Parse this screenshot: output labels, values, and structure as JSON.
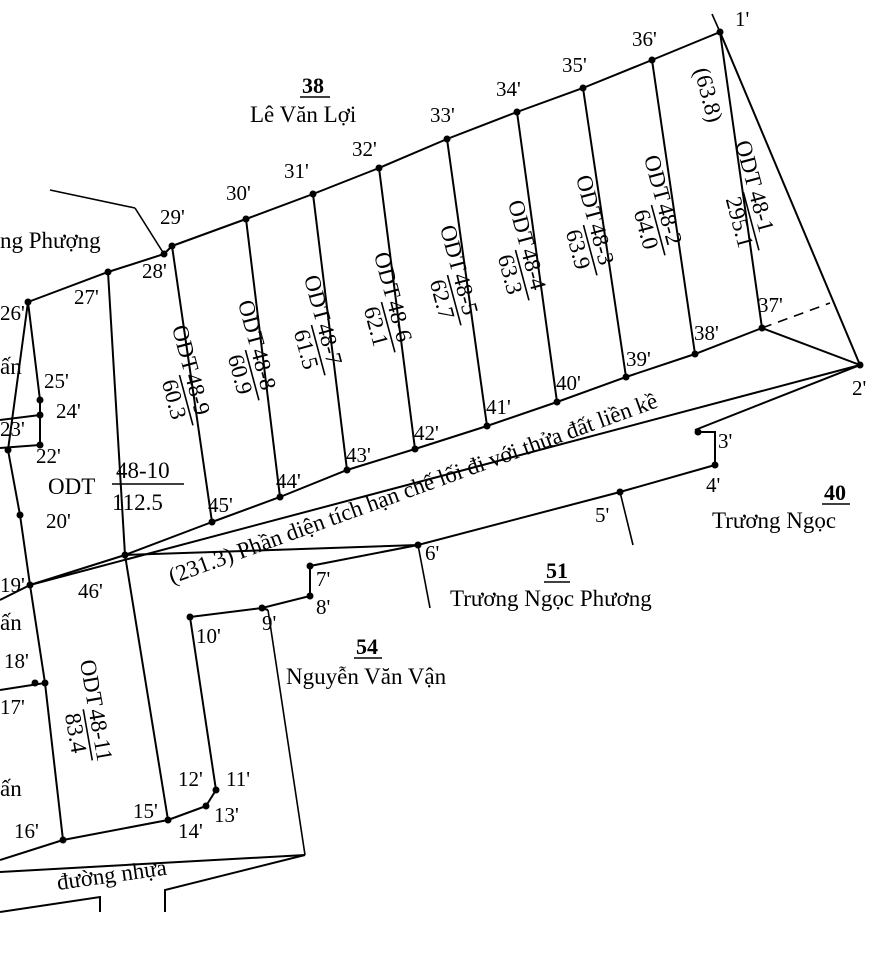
{
  "points": [
    "1'",
    "2'",
    "3'",
    "4'",
    "5'",
    "6'",
    "7'",
    "8'",
    "9'",
    "10'",
    "11'",
    "12'",
    "13'",
    "14'",
    "15'",
    "16'",
    "18'",
    "19'",
    "20'",
    "22'",
    "23'",
    "24'",
    "25'",
    "26'",
    "27'",
    "28'",
    "29'",
    "30'",
    "31'",
    "32'",
    "33'",
    "34'",
    "35'",
    "36'",
    "37'",
    "38'",
    "39'",
    "40'",
    "41'",
    "42'",
    "43'",
    "44'",
    "45'",
    "46'",
    "17'"
  ],
  "parcels": [
    {
      "code": "ODT",
      "id": "48-1",
      "area": "295.1"
    },
    {
      "code": "ODT",
      "id": "48-2",
      "area": "64.0"
    },
    {
      "code": "ODT",
      "id": "48-3",
      "area": "63.9"
    },
    {
      "code": "ODT",
      "id": "48-4",
      "area": "63.3"
    },
    {
      "code": "ODT",
      "id": "48-5",
      "area": "62.7"
    },
    {
      "code": "ODT",
      "id": "48-6",
      "area": "62.1"
    },
    {
      "code": "ODT",
      "id": "48-7",
      "area": "61.5"
    },
    {
      "code": "ODT",
      "id": "48-8",
      "area": "60.9"
    },
    {
      "code": "ODT",
      "id": "48-9",
      "area": "60.3"
    },
    {
      "code": "ODT",
      "id": "48-10",
      "area": "112.5"
    },
    {
      "code": "ODT",
      "id": "48-11",
      "area": "83.4"
    }
  ],
  "neighbors": [
    {
      "number": "38",
      "owner": "Lê Văn Lợi"
    },
    {
      "number": "40",
      "owner": "Trương Ngọc"
    },
    {
      "number": "51",
      "owner": "Trương Ngọc Phương"
    },
    {
      "number": "54",
      "owner": "Nguyễn Văn Vận"
    }
  ],
  "annotations": {
    "area_638": "(63.8)",
    "restricted": "(231.3) Phần diện tích hạn chế lối đi với thửa đất liền kề",
    "road": "đường nhựa",
    "left_top": "ng Phượng",
    "left_in1": "ấn",
    "left_in2": "ấn",
    "left_in3": "ấn"
  }
}
